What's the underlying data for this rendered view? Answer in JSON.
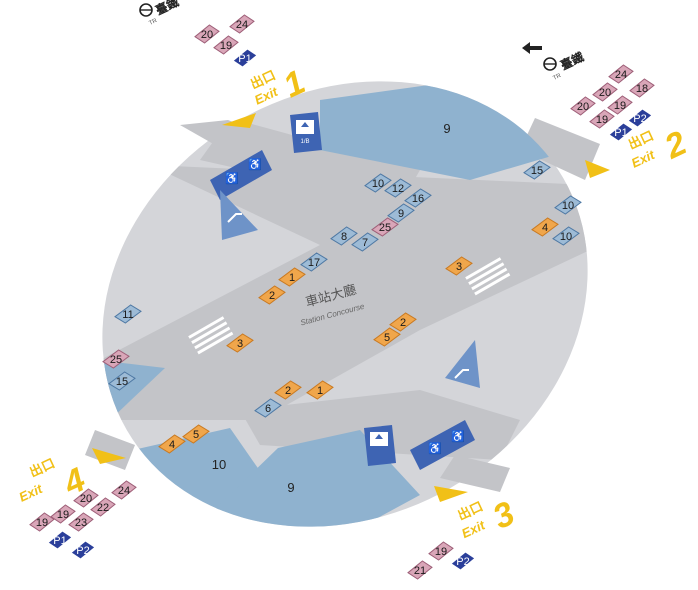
{
  "colors": {
    "floor": "#d4d5d9",
    "path": "#c3c4c8",
    "blue_region": "#8fb2cf",
    "gold": "#f1c017",
    "tile_blue_fill": "#9dbbd6",
    "tile_blue_stroke": "#4f79a4",
    "tile_orange_fill": "#f0a64b",
    "tile_orange_stroke": "#c97a22",
    "tile_pink_fill": "#d9a6b8",
    "tile_pink_stroke": "#9e5f78",
    "parking_fill": "#2b3f9a",
    "facility_blue": "#3e64b3"
  },
  "concourse": {
    "zh": "車站大廳",
    "en": "Station Concourse"
  },
  "tra": {
    "zh": "臺鐵",
    "en": "TR"
  },
  "exits": {
    "exit1": {
      "zh": "出口",
      "en": "Exit",
      "num": "1"
    },
    "exit2": {
      "zh": "出口",
      "en": "Exit",
      "num": "2"
    },
    "exit3": {
      "zh": "出口",
      "en": "Exit",
      "num": "3"
    },
    "exit4": {
      "zh": "出口",
      "en": "Exit",
      "num": "4"
    }
  },
  "regions": {
    "north": "9",
    "south_left": "10",
    "south_right": "9"
  },
  "tiles": {
    "blue": [
      "10",
      "12",
      "16",
      "9",
      "8",
      "7",
      "17",
      "11",
      "10",
      "6",
      "15",
      "10",
      "15"
    ],
    "orange": [
      "1",
      "2",
      "3",
      "2",
      "5",
      "2",
      "1",
      "3",
      "4",
      "4",
      "5"
    ],
    "pink": [
      "25",
      "25"
    ]
  },
  "exit_boards": {
    "exit1": [
      "24",
      "20",
      "19",
      "P1"
    ],
    "exit2": [
      "24",
      "18",
      "20",
      "19",
      "20",
      "19",
      "P1",
      "P2"
    ],
    "exit3": [
      "19",
      "P2",
      "21"
    ],
    "exit4": [
      "24",
      "20",
      "22",
      "19",
      "23",
      "19",
      "P1",
      "P2"
    ]
  },
  "icons": [
    "tra-logo-icon",
    "elevator-icon",
    "accessible-restroom-icon",
    "wheelchair-icon",
    "escalator-icon",
    "exit-arrow-icon"
  ]
}
